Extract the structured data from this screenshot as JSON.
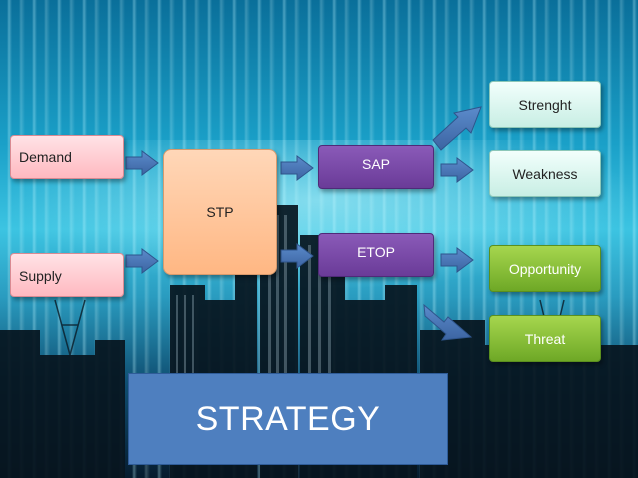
{
  "diagram": {
    "inputs": {
      "demand": "Demand",
      "supply": "Supply"
    },
    "stp": "STP",
    "analysis": {
      "sap": "SAP",
      "etop": "ETOP"
    },
    "swot": {
      "strength": "Strenght",
      "weakness": "Weakness",
      "opportunity": "Opportunity",
      "threat": "Threat"
    },
    "strategy": "STRATEGY"
  },
  "colors": {
    "pink": "#ffb9c0",
    "orange": "#ffb783",
    "purple": "#6a3b98",
    "teal": "#c8eee4",
    "green": "#6ea826",
    "strategy_blue": "#4e7fbf",
    "arrow_blue": "#4a78b8"
  }
}
